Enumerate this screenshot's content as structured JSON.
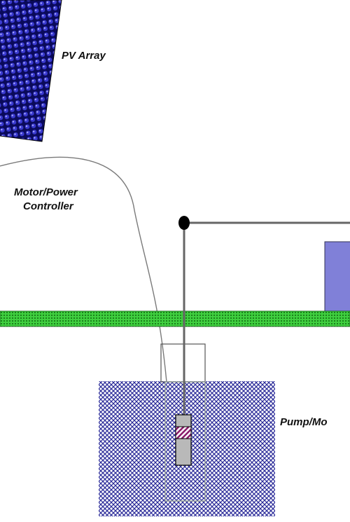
{
  "labels": {
    "pv_array": "PV Array",
    "controller_line1": "Motor/Power",
    "controller_line2": "Controller",
    "pump_motor": "Pump/Mo"
  },
  "colors": {
    "pv_dot": "#3a3ad0",
    "pv_dark": "#0a0a5a",
    "ground": "#2fb82f",
    "ground_dot": "#0f6a0f",
    "water": "#2a2a99",
    "pipe": "#666666",
    "controller_box": "#8080d8",
    "pump_body": "#b9b9b9",
    "pump_band": "#8a1a6a"
  }
}
